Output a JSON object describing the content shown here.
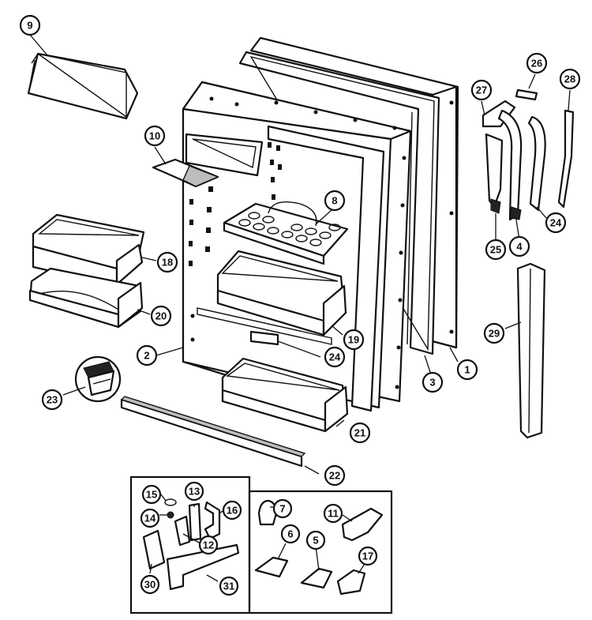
{
  "callouts": [
    {
      "id": "c9",
      "label": "9"
    },
    {
      "id": "c26",
      "label": "26"
    },
    {
      "id": "c28",
      "label": "28"
    },
    {
      "id": "c27",
      "label": "27"
    },
    {
      "id": "c10",
      "label": "10"
    },
    {
      "id": "c8",
      "label": "8"
    },
    {
      "id": "c24a",
      "label": "24"
    },
    {
      "id": "c25",
      "label": "25"
    },
    {
      "id": "c4",
      "label": "4"
    },
    {
      "id": "c18",
      "label": "18"
    },
    {
      "id": "c20",
      "label": "20"
    },
    {
      "id": "c19",
      "label": "19"
    },
    {
      "id": "c29",
      "label": "29"
    },
    {
      "id": "c2",
      "label": "2"
    },
    {
      "id": "c24b",
      "label": "24"
    },
    {
      "id": "c3",
      "label": "3"
    },
    {
      "id": "c1",
      "label": "1"
    },
    {
      "id": "c23",
      "label": "23"
    },
    {
      "id": "c21",
      "label": "21"
    },
    {
      "id": "c22",
      "label": "22"
    },
    {
      "id": "c15",
      "label": "15"
    },
    {
      "id": "c13",
      "label": "13"
    },
    {
      "id": "c14",
      "label": "14"
    },
    {
      "id": "c16",
      "label": "16"
    },
    {
      "id": "c12",
      "label": "12"
    },
    {
      "id": "c30",
      "label": "30"
    },
    {
      "id": "c31",
      "label": "31"
    },
    {
      "id": "c7",
      "label": "7"
    },
    {
      "id": "c11",
      "label": "11"
    },
    {
      "id": "c6",
      "label": "6"
    },
    {
      "id": "c5",
      "label": "5"
    },
    {
      "id": "c17",
      "label": "17"
    }
  ]
}
